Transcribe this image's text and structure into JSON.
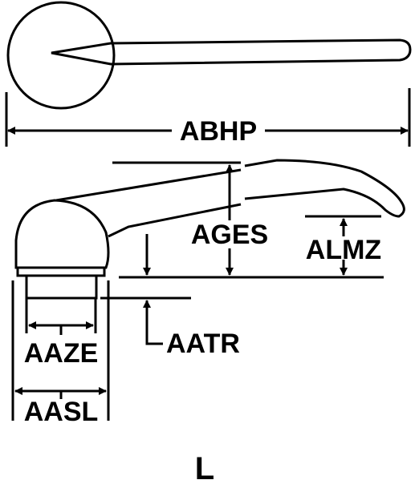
{
  "diagram": {
    "labels": {
      "overall_length": "ABHP",
      "lever_height": "AGES",
      "tip_height": "ALMZ",
      "hub_diameter": "AAZE",
      "base_diameter": "AASL",
      "thread_length": "AATR"
    },
    "style_letter": "L"
  },
  "colors": {
    "ink": "#000000",
    "paper": "#ffffff"
  }
}
